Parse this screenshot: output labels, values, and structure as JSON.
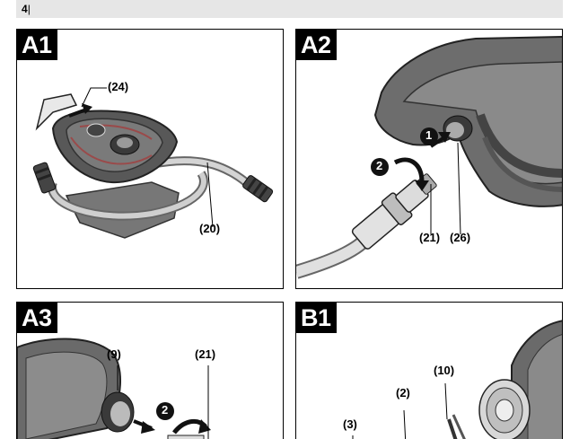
{
  "header": {
    "page_number": "4",
    "separator": "|"
  },
  "panels": {
    "a1": {
      "label": "A1",
      "callouts": [
        "(24)",
        "(20)"
      ]
    },
    "a2": {
      "label": "A2",
      "callouts": [
        "(21)",
        "(26)"
      ],
      "steps": [
        "1",
        "2"
      ]
    },
    "a3": {
      "label": "A3",
      "callouts": [
        "(9)",
        "(21)"
      ],
      "steps": [
        "2"
      ]
    },
    "b1": {
      "label": "B1",
      "callouts": [
        "(10)",
        "(2)",
        "(3)"
      ]
    }
  }
}
